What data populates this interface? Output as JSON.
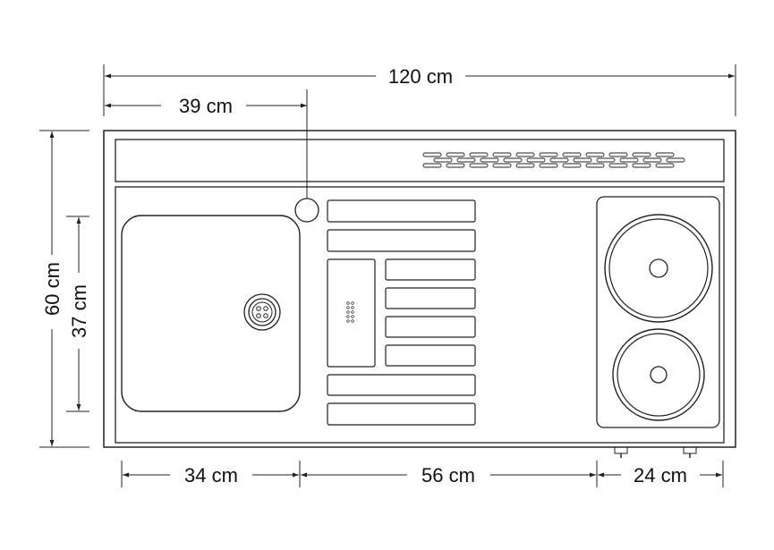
{
  "dimensions": {
    "total_width": "120 cm",
    "sink_center_offset": "39 cm",
    "total_depth": "60 cm",
    "sink_depth": "37 cm",
    "sink_width": "34 cm",
    "middle_width": "56 cm",
    "hob_width": "24 cm"
  },
  "colors": {
    "line": "#222222",
    "background": "#ffffff"
  }
}
